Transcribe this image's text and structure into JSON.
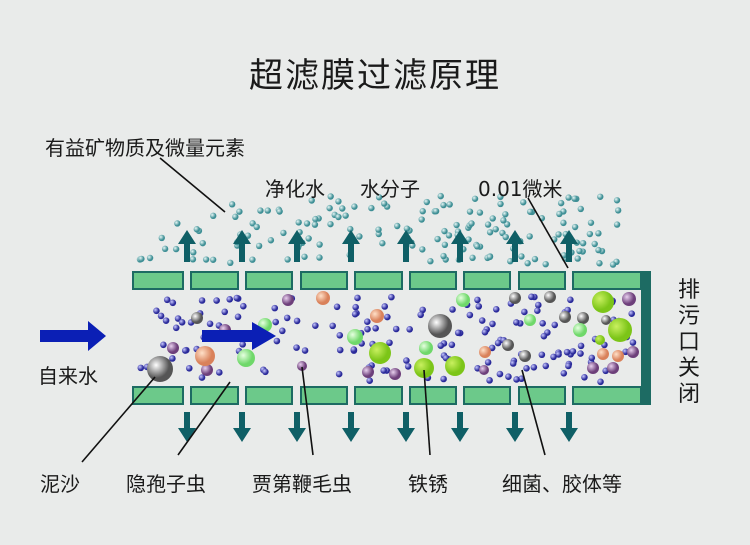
{
  "title": "超滤膜过滤原理",
  "labels": {
    "minerals": "有益矿物质及微量元素",
    "purified_water": "净化水",
    "water_molecule": "水分子",
    "pore_size": "0.01微米",
    "tap_water": "自来水",
    "drain_closed": "排污口关闭",
    "sand": "泥沙",
    "cryptosporidium": "隐孢子虫",
    "giardia": "贾第鞭毛虫",
    "rust": "铁锈",
    "bacteria_colloid": "细菌、胶体等"
  },
  "colors": {
    "membrane": "#6cc98a",
    "membrane_border": "#1d6b63",
    "flow_arrow": "#0b1fb5",
    "filtrate_arrow": "#0f5f66",
    "background": "#e9ebea"
  }
}
